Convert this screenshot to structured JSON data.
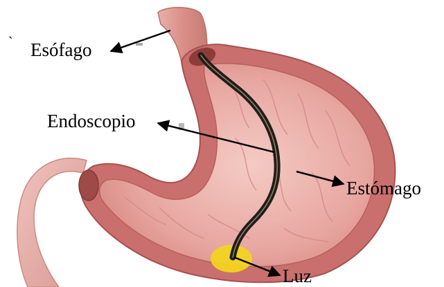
{
  "labels": {
    "esofago": "Esófago",
    "endoscopio": "Endoscopio",
    "estomago": "Estómago",
    "luz": "Luz"
  },
  "marks": {
    "backtick": "`"
  },
  "colors": {
    "stomach_outer": "#c9706e",
    "stomach_inner": "#e8a6a0",
    "stomach_lining": "#f2c2bb",
    "stomach_edge": "#a8504e",
    "esophagus": "#dd9a92",
    "duodenum": "#e7b1aa",
    "endoscope": "#1e1e1e",
    "endoscope_highlight": "#d8b06a",
    "light": "#f2d320",
    "arrow": "#000000"
  }
}
